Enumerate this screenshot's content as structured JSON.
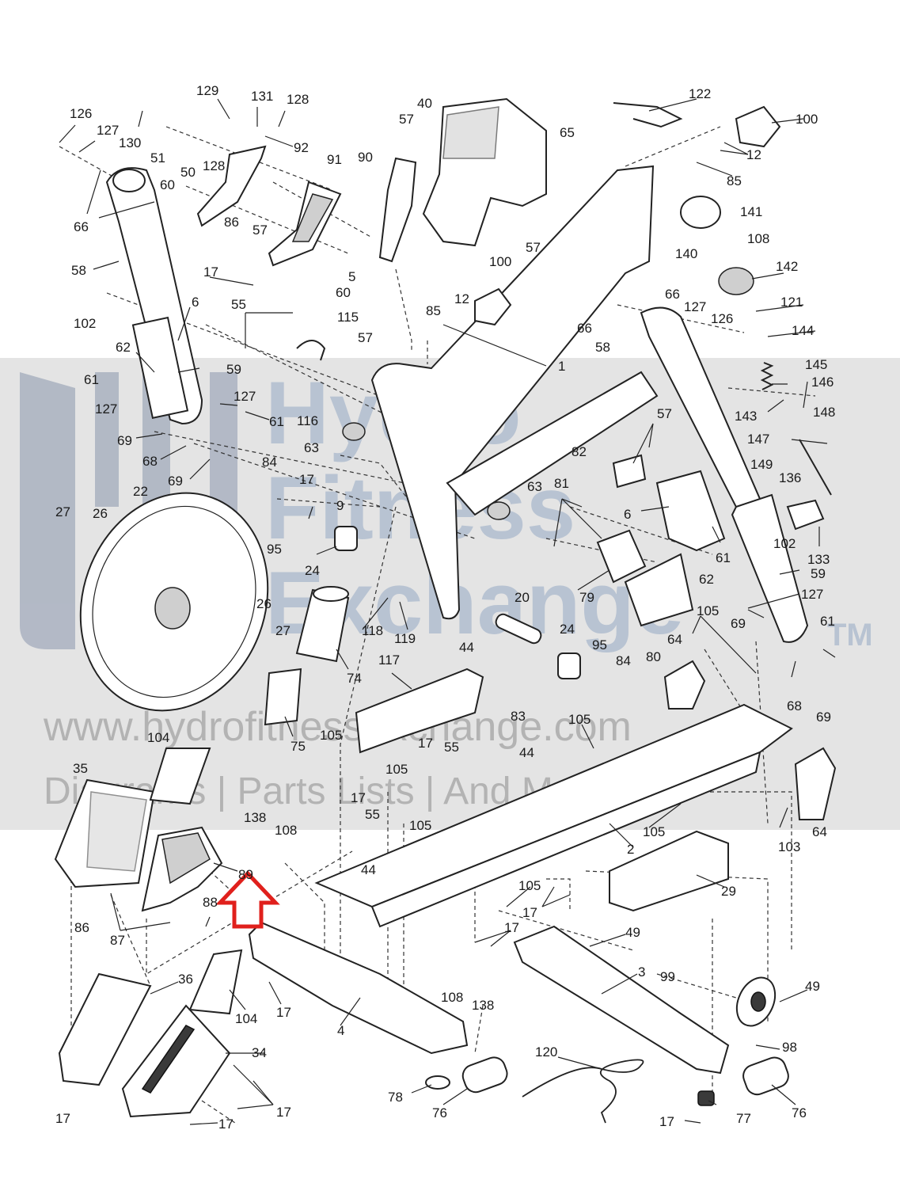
{
  "watermark": {
    "brand": "Hydro Fitness Exchange",
    "line1": "Hydro",
    "line2": "Fitness",
    "line3": "Exchange",
    "trademark": "TM",
    "url": "www.hydrofitnessexchange.com",
    "tagline": "Diagrams | Parts Lists | And More"
  },
  "highlight_color": "#e0201c",
  "highlighted_part": "89",
  "callouts": [
    {
      "id": "c1",
      "text": "126"
    },
    {
      "id": "c2",
      "text": "127"
    },
    {
      "id": "c3",
      "text": "130"
    },
    {
      "id": "c4",
      "text": "129"
    },
    {
      "id": "c5",
      "text": "51"
    },
    {
      "id": "c6",
      "text": "131"
    },
    {
      "id": "c7",
      "text": "128"
    },
    {
      "id": "c8",
      "text": "128"
    },
    {
      "id": "c9",
      "text": "92"
    },
    {
      "id": "c10",
      "text": "50"
    },
    {
      "id": "c11",
      "text": "60"
    },
    {
      "id": "c12",
      "text": "66"
    },
    {
      "id": "c13",
      "text": "86"
    },
    {
      "id": "c14",
      "text": "57"
    },
    {
      "id": "c15",
      "text": "91"
    },
    {
      "id": "c16",
      "text": "90"
    },
    {
      "id": "c17",
      "text": "40"
    },
    {
      "id": "c18",
      "text": "57"
    },
    {
      "id": "c19",
      "text": "57"
    },
    {
      "id": "c20",
      "text": "5"
    },
    {
      "id": "c21",
      "text": "60"
    },
    {
      "id": "c22",
      "text": "58"
    },
    {
      "id": "c23",
      "text": "102"
    },
    {
      "id": "c24",
      "text": "6"
    },
    {
      "id": "c25",
      "text": "17"
    },
    {
      "id": "c26",
      "text": "55"
    },
    {
      "id": "c27",
      "text": "115"
    },
    {
      "id": "c28",
      "text": "57"
    },
    {
      "id": "c29",
      "text": "62"
    },
    {
      "id": "c30",
      "text": "61"
    },
    {
      "id": "c31",
      "text": "59"
    },
    {
      "id": "c32",
      "text": "127"
    },
    {
      "id": "c33",
      "text": "127"
    },
    {
      "id": "c34",
      "text": "61"
    },
    {
      "id": "c35",
      "text": "116"
    },
    {
      "id": "c36",
      "text": "69"
    },
    {
      "id": "c37",
      "text": "68"
    },
    {
      "id": "c38",
      "text": "69"
    },
    {
      "id": "c39",
      "text": "63"
    },
    {
      "id": "c40",
      "text": "84"
    },
    {
      "id": "c41",
      "text": "17"
    },
    {
      "id": "c42",
      "text": "9"
    },
    {
      "id": "c43",
      "text": "95"
    },
    {
      "id": "c44",
      "text": "24"
    },
    {
      "id": "c45",
      "text": "22"
    },
    {
      "id": "c46",
      "text": "27"
    },
    {
      "id": "c47",
      "text": "26"
    },
    {
      "id": "c48",
      "text": "26"
    },
    {
      "id": "c49",
      "text": "27"
    },
    {
      "id": "c50",
      "text": "118"
    },
    {
      "id": "c51",
      "text": "119"
    },
    {
      "id": "c52",
      "text": "44"
    },
    {
      "id": "c53",
      "text": "74"
    },
    {
      "id": "c54",
      "text": "117"
    },
    {
      "id": "c55",
      "text": "75"
    },
    {
      "id": "c56",
      "text": "104"
    },
    {
      "id": "c57",
      "text": "105"
    },
    {
      "id": "c58",
      "text": "35"
    },
    {
      "id": "c59",
      "text": "105"
    },
    {
      "id": "c60",
      "text": "17"
    },
    {
      "id": "c61",
      "text": "55"
    },
    {
      "id": "c62",
      "text": "44"
    },
    {
      "id": "c63",
      "text": "17"
    },
    {
      "id": "c64",
      "text": "55"
    },
    {
      "id": "c65",
      "text": "105"
    },
    {
      "id": "c66",
      "text": "138"
    },
    {
      "id": "c67",
      "text": "108"
    },
    {
      "id": "c68",
      "text": "89"
    },
    {
      "id": "c69",
      "text": "88"
    },
    {
      "id": "c70",
      "text": "86"
    },
    {
      "id": "c71",
      "text": "87"
    },
    {
      "id": "c72",
      "text": "44"
    },
    {
      "id": "c73",
      "text": "36"
    },
    {
      "id": "c74",
      "text": "17"
    },
    {
      "id": "c75",
      "text": "104"
    },
    {
      "id": "c76",
      "text": "4"
    },
    {
      "id": "c77",
      "text": "34"
    },
    {
      "id": "c78",
      "text": "17"
    },
    {
      "id": "c79",
      "text": "17"
    },
    {
      "id": "c80",
      "text": "17"
    },
    {
      "id": "c81",
      "text": "108"
    },
    {
      "id": "c82",
      "text": "138"
    },
    {
      "id": "c83",
      "text": "78"
    },
    {
      "id": "c84",
      "text": "76"
    },
    {
      "id": "c85",
      "text": "120"
    },
    {
      "id": "c86",
      "text": "122"
    },
    {
      "id": "c87",
      "text": "65"
    },
    {
      "id": "c88",
      "text": "100"
    },
    {
      "id": "c89",
      "text": "12"
    },
    {
      "id": "c90",
      "text": "85"
    },
    {
      "id": "c91",
      "text": "141"
    },
    {
      "id": "c92",
      "text": "108"
    },
    {
      "id": "c93",
      "text": "140"
    },
    {
      "id": "c94",
      "text": "142"
    },
    {
      "id": "c95",
      "text": "66"
    },
    {
      "id": "c96",
      "text": "127"
    },
    {
      "id": "c97",
      "text": "126"
    },
    {
      "id": "c98",
      "text": "121"
    },
    {
      "id": "c99",
      "text": "66"
    },
    {
      "id": "c100",
      "text": "58"
    },
    {
      "id": "c101",
      "text": "144"
    },
    {
      "id": "c102",
      "text": "100"
    },
    {
      "id": "c103",
      "text": "12"
    },
    {
      "id": "c104",
      "text": "85"
    },
    {
      "id": "c105",
      "text": "1"
    },
    {
      "id": "c106",
      "text": "145"
    },
    {
      "id": "c107",
      "text": "146"
    },
    {
      "id": "c108",
      "text": "143"
    },
    {
      "id": "c109",
      "text": "148"
    },
    {
      "id": "c110",
      "text": "147"
    },
    {
      "id": "c111",
      "text": "57"
    },
    {
      "id": "c112",
      "text": "82"
    },
    {
      "id": "c113",
      "text": "63"
    },
    {
      "id": "c114",
      "text": "81"
    },
    {
      "id": "c115",
      "text": "149"
    },
    {
      "id": "c116",
      "text": "136"
    },
    {
      "id": "c117",
      "text": "6"
    },
    {
      "id": "c118",
      "text": "102"
    },
    {
      "id": "c119",
      "text": "133"
    },
    {
      "id": "c120",
      "text": "62"
    },
    {
      "id": "c121",
      "text": "61"
    },
    {
      "id": "c122",
      "text": "59"
    },
    {
      "id": "c123",
      "text": "79"
    },
    {
      "id": "c124",
      "text": "127"
    },
    {
      "id": "c125",
      "text": "20"
    },
    {
      "id": "c126",
      "text": "105"
    },
    {
      "id": "c127",
      "text": "24"
    },
    {
      "id": "c128",
      "text": "95"
    },
    {
      "id": "c129",
      "text": "84"
    },
    {
      "id": "c130",
      "text": "80"
    },
    {
      "id": "c131",
      "text": "64"
    },
    {
      "id": "c132",
      "text": "69"
    },
    {
      "id": "c133",
      "text": "61"
    },
    {
      "id": "c134",
      "text": "68"
    },
    {
      "id": "c135",
      "text": "69"
    },
    {
      "id": "c136",
      "text": "83"
    },
    {
      "id": "c137",
      "text": "105"
    },
    {
      "id": "c138",
      "text": "103"
    },
    {
      "id": "c139",
      "text": "64"
    },
    {
      "id": "c140",
      "text": "105"
    },
    {
      "id": "c141",
      "text": "2"
    },
    {
      "id": "c142",
      "text": "105"
    },
    {
      "id": "c143",
      "text": "29"
    },
    {
      "id": "c144",
      "text": "17"
    },
    {
      "id": "c145",
      "text": "17"
    },
    {
      "id": "c146",
      "text": "49"
    },
    {
      "id": "c147",
      "text": "3"
    },
    {
      "id": "c148",
      "text": "99"
    },
    {
      "id": "c149",
      "text": "49"
    },
    {
      "id": "c150",
      "text": "98"
    },
    {
      "id": "c151",
      "text": "76"
    },
    {
      "id": "c152",
      "text": "77"
    },
    {
      "id": "c153",
      "text": "17"
    }
  ]
}
